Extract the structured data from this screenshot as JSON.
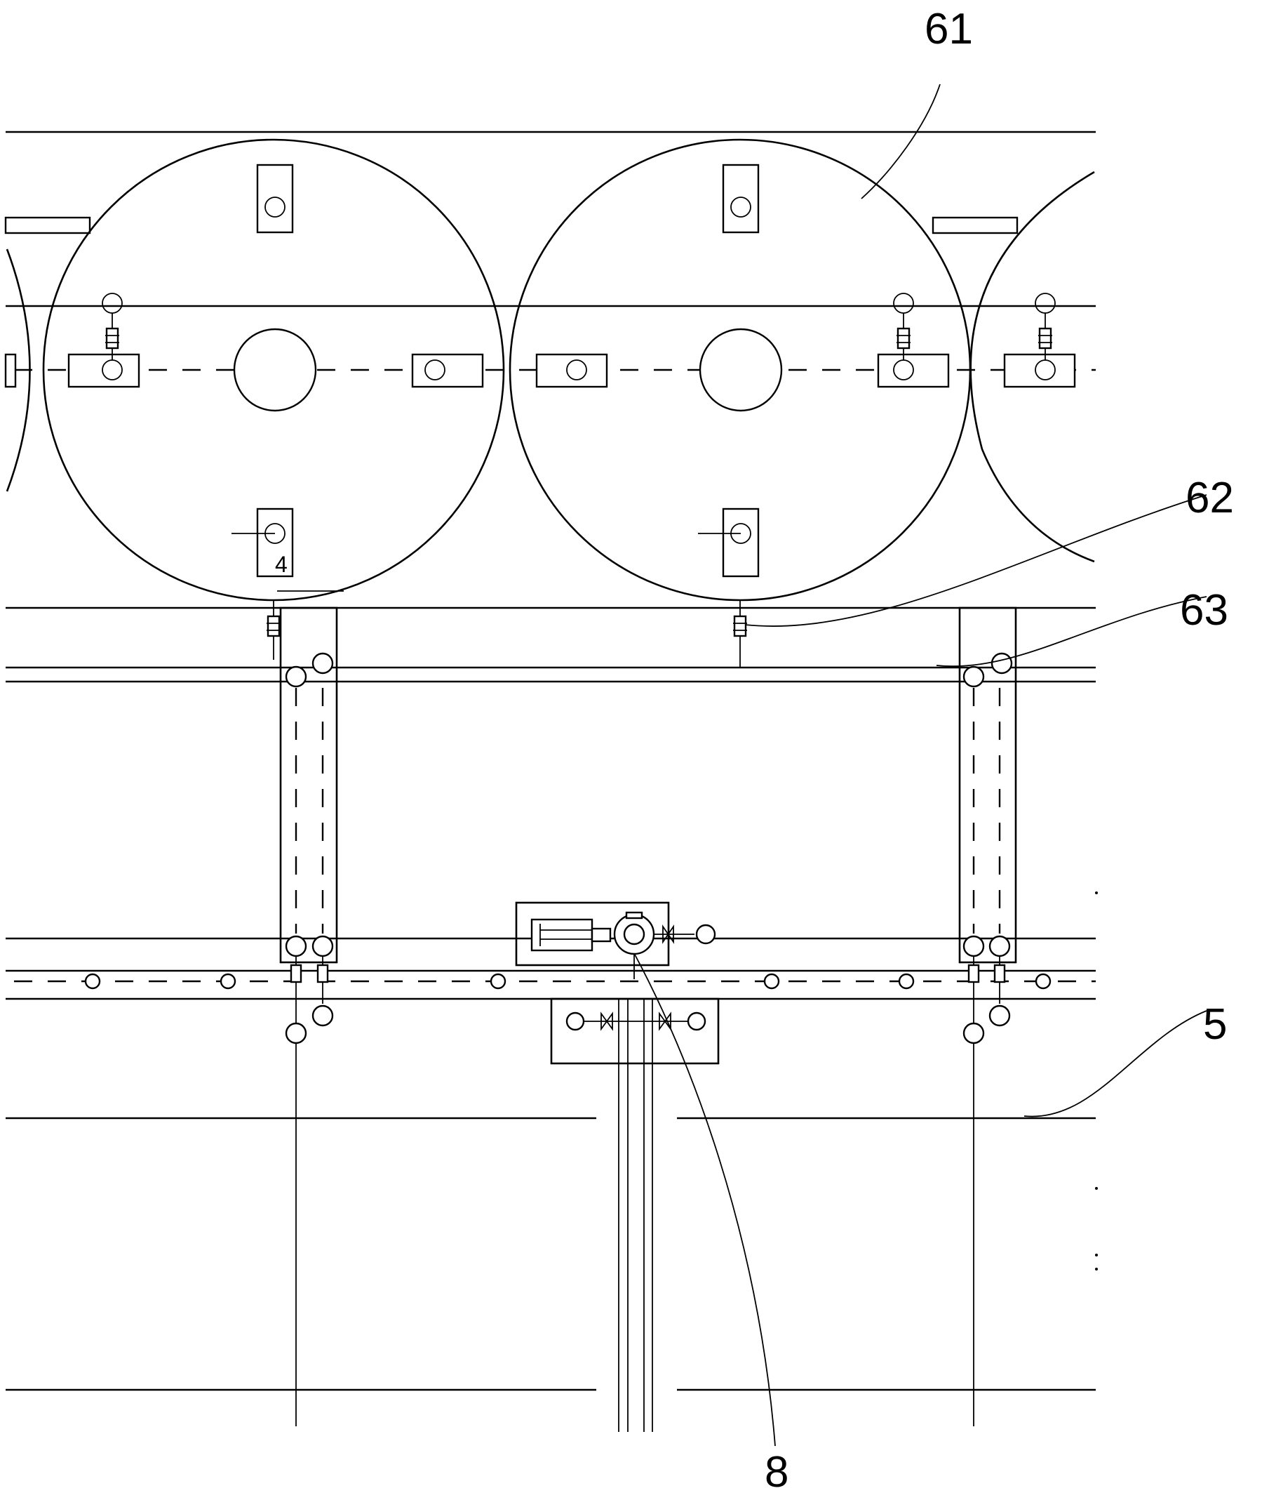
{
  "figure": {
    "labels": {
      "tank": "61",
      "branch_pipe": "62",
      "valve": "63",
      "main_pipe": "5",
      "pump_unit": "8",
      "small_mark": "4"
    }
  },
  "colors": {
    "line": "#000000",
    "background": "#ffffff"
  }
}
